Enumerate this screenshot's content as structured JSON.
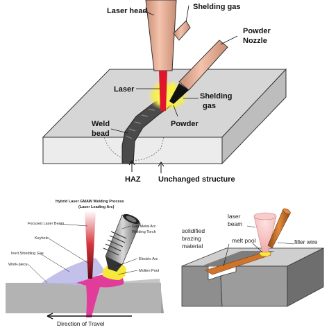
{
  "top_diagram": {
    "labels": {
      "laser_head": "Laser head",
      "shielding_gas_top": "Shelding gas",
      "powder_nozzle_line1": "Powder",
      "powder_nozzle_line2": "Nozzle",
      "laser": "Laser",
      "shielding_gas_line1": "Shelding",
      "shielding_gas_line2": "gas",
      "weld_bead_line1": "Weld",
      "weld_bead_line2": "bead",
      "powder": "Powder",
      "haz": "HAZ",
      "unchanged_structure": "Unchanged structure"
    }
  },
  "bottom_left_diagram": {
    "title_line1": "Hybrid Laser GMAW Welding Process",
    "title_line2": "(Laser Leading Arc)",
    "labels": {
      "focused_laser_beam": "Focused Laser Beam",
      "keyhole": "Keyhole",
      "inert_shielding_gas": "Inert Shielding Gas",
      "work_piece": "Work-piece",
      "gas_metal_arc_line1": "Gas Metal Arc",
      "gas_metal_arc_line2": "Welding Torch",
      "electric_arc": "Electric Arc",
      "molten_pool": "Molten Pool",
      "direction_of_travel": "Direction of Travel"
    }
  },
  "bottom_right_diagram": {
    "labels": {
      "laser_beam_line1": "laser",
      "laser_beam_line2": "beam",
      "solidified_line1": "solidified",
      "solidified_line2": "brazing",
      "solidified_line3": "material",
      "melt_pool": "melt pool",
      "filler_wire": "filler wire"
    }
  },
  "colors": {
    "laser_head": "#e7a98f",
    "plate_top": "#d8d8d8",
    "plate_front": "#ececec",
    "plate_side": "#bdbdbd",
    "laser_beam_red": "#e0162b",
    "glow_yellow": "#f7ef4a",
    "weld_bead": "#555555",
    "filler_wire": "#d0742c",
    "keyhole_pink": "#e23c9b"
  }
}
